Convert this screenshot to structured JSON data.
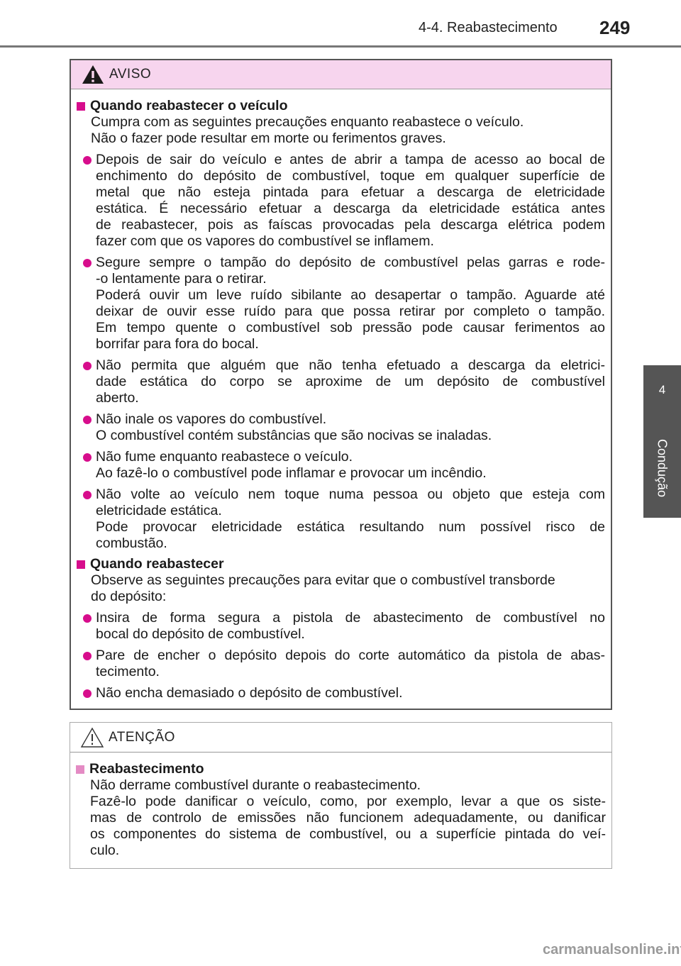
{
  "header": {
    "section": "4-4. Reabastecimento",
    "page_number": "249"
  },
  "side_tab": {
    "number": "4",
    "label": "Condução"
  },
  "aviso": {
    "title": "AVISO",
    "sections": [
      {
        "title": "Quando reabastecer o veículo",
        "intro": [
          "Cumpra com as seguintes precauções enquanto reabastece o veículo.",
          "Não o fazer pode resultar em morte ou ferimentos graves."
        ],
        "bullets": [
          [
            "Depois de sair do veículo e antes de abrir a tampa de acesso ao bocal de",
            "enchimento do depósito de combustível, toque em qualquer superfície de",
            "metal que não esteja pintada para efetuar a descarga de eletricidade",
            "estática. É necessário efetuar a descarga da eletricidade estática antes",
            "de reabastecer, pois as faíscas provocadas pela descarga elétrica podem",
            "fazer com que os vapores do combustível se inflamem."
          ],
          [
            "Segure sempre o tampão do depósito de combustível pelas garras e rode-",
            "-o lentamente para o retirar.",
            "Poderá ouvir um leve ruído sibilante ao desapertar o tampão. Aguarde até",
            "deixar de ouvir esse ruído para que possa retirar por completo o tampão.",
            "Em tempo quente o combustível sob pressão pode causar ferimentos ao",
            "borrifar para fora do bocal."
          ],
          [
            "Não permita que alguém que não tenha efetuado a descarga da eletrici-",
            "dade estática do corpo se aproxime de um depósito de combustível",
            "aberto."
          ],
          [
            "Não inale os vapores do combustível.",
            "O combustível contém substâncias que são nocivas se inaladas."
          ],
          [
            "Não fume enquanto reabastece o veículo.",
            "Ao fazê-lo o combustível pode inflamar e provocar um incêndio."
          ],
          [
            "Não volte ao veículo nem toque numa pessoa ou objeto que esteja com",
            "eletricidade estática.",
            "Pode provocar eletricidade estática resultando num possível risco de",
            "combustão."
          ]
        ]
      },
      {
        "title": "Quando reabastecer",
        "intro": [
          "Observe as seguintes precauções para evitar que o combustível transborde",
          "do depósito:"
        ],
        "bullets": [
          [
            "Insira de forma segura a pistola de abastecimento de combustível no",
            "bocal do depósito de combustível."
          ],
          [
            "Pare de encher o depósito depois do corte automático da pistola de abas-",
            "tecimento."
          ],
          [
            "Não encha demasiado o depósito de combustível."
          ]
        ]
      }
    ]
  },
  "atencao": {
    "title": "ATENÇÃO",
    "section_title": "Reabastecimento",
    "lines": [
      "Não derrame combustível durante o reabastecimento.",
      "Fazê-lo pode danificar o veículo, como, por exemplo, levar a que os siste-",
      "mas de controlo de emissões não funcionem adequadamente, ou danificar",
      "os componentes do sistema de combustível, ou a superfície pintada do veí-",
      "culo."
    ]
  },
  "watermark": "carmanualsonline.info",
  "colors": {
    "accent": "#d70d8c",
    "aviso_header_bg": "#f7d5ee",
    "side_tab": "#555555"
  }
}
